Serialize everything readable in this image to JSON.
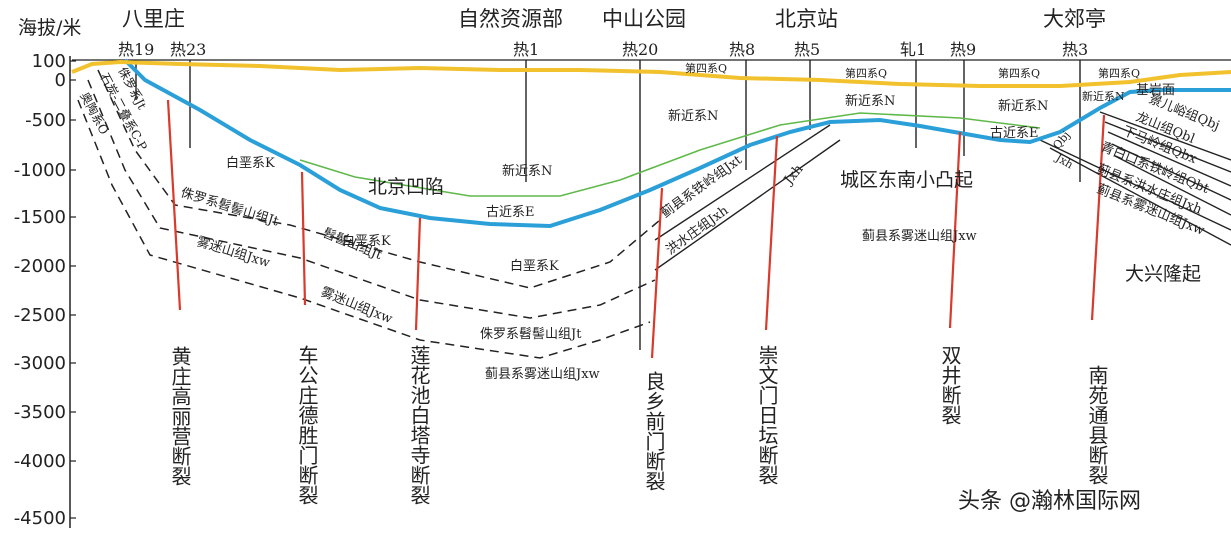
{
  "axis": {
    "unit_label": "海拔/米",
    "ticks": [
      "100",
      "0",
      "-500",
      "-1000",
      "-1500",
      "-2000",
      "-2500",
      "-3000",
      "-3500",
      "-4000",
      "-4500"
    ]
  },
  "places": [
    "八里庄",
    "自然资源部",
    "中山公园",
    "北京站",
    "大郊亭"
  ],
  "wells": [
    "热19",
    "热23",
    "热1",
    "热20",
    "热8",
    "热5",
    "轧1",
    "热9",
    "热3"
  ],
  "regions": {
    "depression": "北京凹陷",
    "uplift_south": "城区东南小凸起",
    "uplift_daxing": "大兴隆起"
  },
  "strata": {
    "quaternary": "第四系Q",
    "neogene": "新近系N",
    "paleogene": "古近系E",
    "cretaceous": "白垩系K",
    "jurassic": "侏罗系髫髻山组Jt",
    "jurassic_short": "髫髻山组Jt",
    "wumishan_full": "蓟县系雾迷山组Jxw",
    "wumishan": "雾迷山组Jxw",
    "tieling": "蓟县系铁岭组Jxt",
    "hongshuizhuang": "洪水庄组Jxh",
    "jxh": "Jxh",
    "bedrock": "基岩面",
    "jingxi": "景儿峪组Qbj",
    "longshan": "龙山组Qbl",
    "xiamaling": "下马岭组Qbx",
    "qingbaikou_tieling": "青白口系铁岭组Qbt",
    "jixian_hsz": "蓟县系洪水庄组Jxh",
    "jixian_wms": "蓟县系雾迷山组Jxw",
    "qbj_short": "Qbj",
    "jurassic_jt": "侏罗系Jt",
    "carboniferous_permian": "石炭-二叠系C-P",
    "ordovician": "奥陶系O"
  },
  "faults": [
    "黄庄高丽营断裂",
    "车公庄德胜门断裂",
    "莲花池白塔寺断裂",
    "良乡前门断裂",
    "崇文门日坛断裂",
    "双井断裂",
    "南苑通县断裂"
  ],
  "watermark": "头条 @瀚林国际网",
  "colors": {
    "quaternary_line": "#f2c12e",
    "bedrock_line": "#2b9fd8",
    "neogene_line": "#5fb94a",
    "fault_line": "#d93a2b"
  }
}
